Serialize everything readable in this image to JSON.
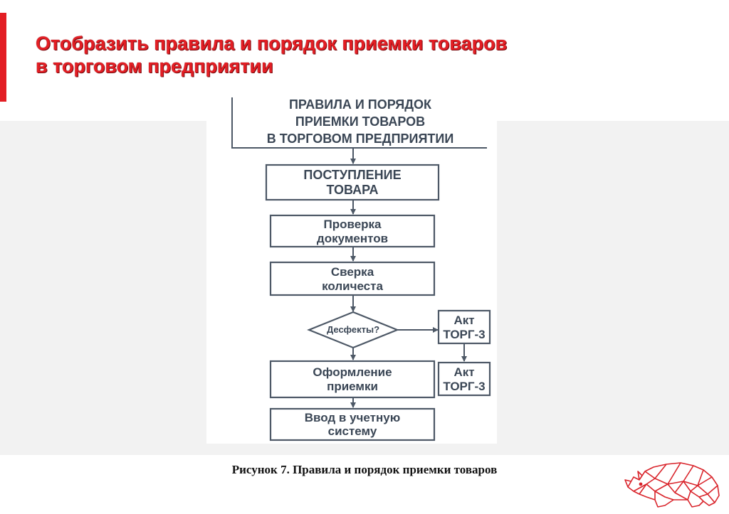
{
  "slide": {
    "title_line1": "Отобразить правила и порядок приемки товаров",
    "title_line2": "в торговом предприятии",
    "caption": "Рисунок 7. Правила и порядок приемки товаров"
  },
  "flowchart": {
    "header": [
      "ПРАВИЛА И ПОРЯДОК",
      "ПРИЕМКИ ТОВАРОВ",
      "В ТОРГОВОМ ПРЕДПРИЯТИИ"
    ],
    "steps": [
      [
        "ПОСТУПЛЕНИЕ",
        "ТОВАРА"
      ],
      [
        "Проверка",
        "документов"
      ],
      [
        "Сверка",
        "количеста"
      ]
    ],
    "decision": "Десфекты?",
    "step_after_decision": [
      "Оформление",
      "приемки"
    ],
    "final_step": [
      "Ввод в учетную",
      "систему"
    ],
    "side_boxes": [
      [
        "Акт",
        "ТОРГ-3"
      ],
      [
        "Акт",
        "ТОРГ-3"
      ]
    ]
  },
  "colors": {
    "title": "#e31e24",
    "accent_bar": "#e31e24",
    "diagram_stroke": "#4d5866",
    "diagram_text": "#3a4655",
    "logo": "#d9242b"
  },
  "logo_icon": "rhino-logo"
}
